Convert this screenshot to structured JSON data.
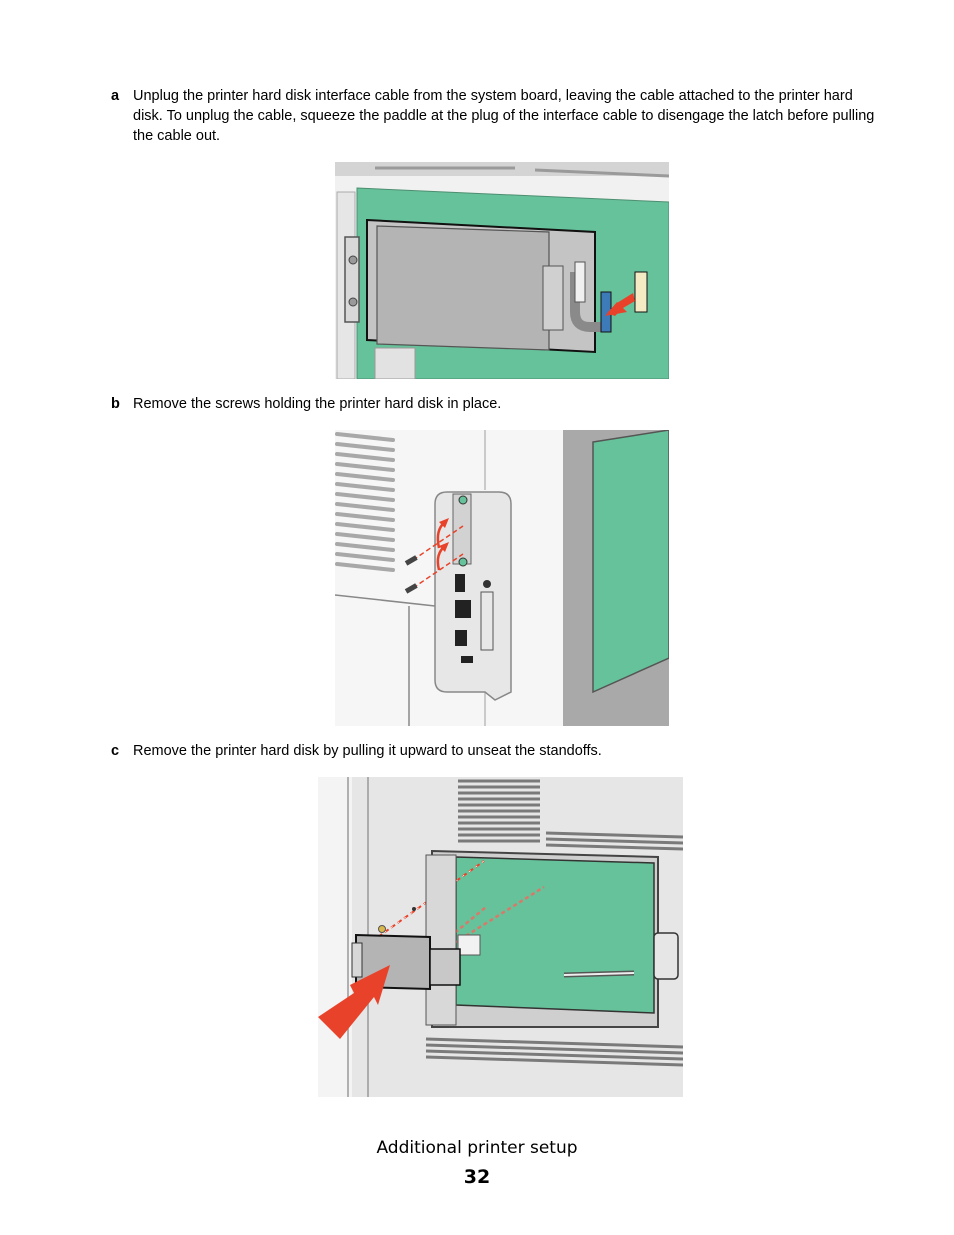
{
  "steps": [
    {
      "letter": "a",
      "text": "Unplug the printer hard disk interface cable from the system board, leaving the cable attached to the printer hard disk. To unplug the cable, squeeze the paddle at the plug of the interface cable to disengage the latch before pulling the cable out."
    },
    {
      "letter": "b",
      "text": "Remove the screws holding the printer hard disk in place."
    },
    {
      "letter": "c",
      "text": "Remove the printer hard disk by pulling it upward to unseat the standoffs."
    }
  ],
  "colors": {
    "board_green": "#66c29a",
    "disk_gray": "#b4b4b4",
    "arrow_red": "#e8432a",
    "frame_gray": "#d9d9d9"
  },
  "footer": {
    "section_title": "Additional printer setup",
    "page_number": "32"
  }
}
